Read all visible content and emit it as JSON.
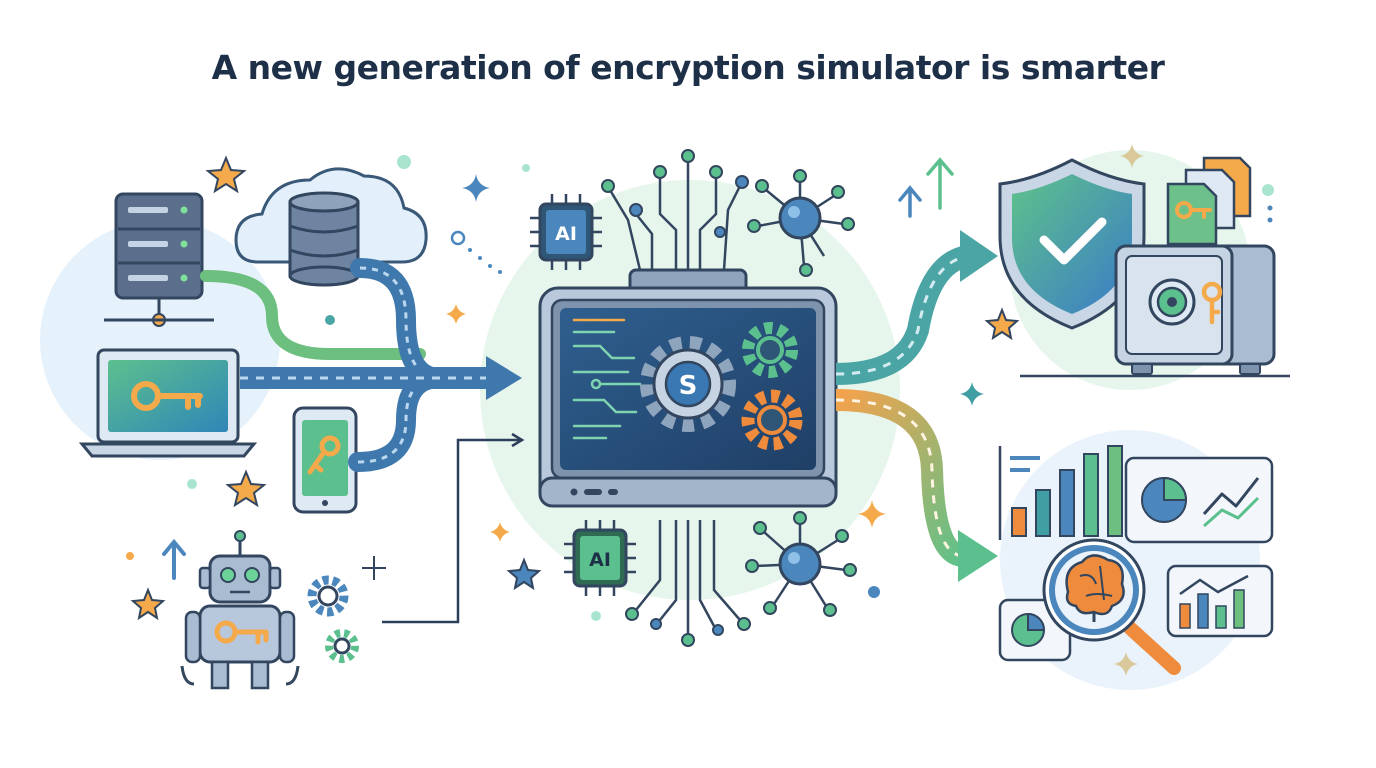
{
  "title": "A new generation of encryption simulator is smarter",
  "labels": {
    "ai_top": "AI",
    "ai_bottom": "AI",
    "core_letter": "S"
  },
  "colors": {
    "navy": "#1d3048",
    "outline": "#3a4f6e",
    "teal": "#3f9fa3",
    "green": "#6dbf7f",
    "orange": "#ef8b3d",
    "blue": "#4b86bd",
    "light_blue": "#dceefa",
    "light_green": "#e2f5e9",
    "key_gold": "#f4a94b"
  }
}
